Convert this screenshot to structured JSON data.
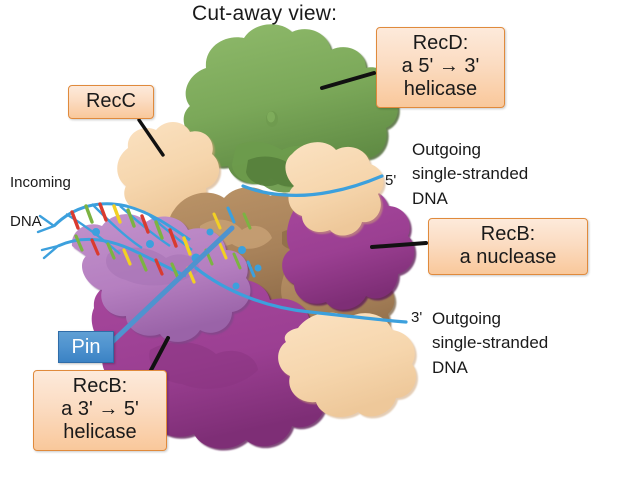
{
  "slide": {
    "title": "Cut-away view:",
    "background_color": "#ffffff"
  },
  "callouts": [
    {
      "id": "recd",
      "lines": [
        "RecD:",
        "a 5' → 3'",
        "helicase"
      ],
      "line1": "RecD:",
      "line2": "a 5' → 3'",
      "line3": "helicase",
      "fill_top": "#fdeadb",
      "fill_bottom": "#f9c89b",
      "border_color": "#e08a3c"
    },
    {
      "id": "recc",
      "line1": "RecC",
      "fill_top": "#fdeadb",
      "fill_bottom": "#f9c89b",
      "border_color": "#e08a3c"
    },
    {
      "id": "recb_nuclease",
      "line1": "RecB:",
      "line2": "a nuclease",
      "fill_top": "#fdeadb",
      "fill_bottom": "#f9c89b",
      "border_color": "#e08a3c"
    },
    {
      "id": "recb_helicase",
      "line1": "RecB:",
      "line2": "a 3' → 5'",
      "line3": "helicase",
      "fill_top": "#fdeadb",
      "fill_bottom": "#f9c89b",
      "border_color": "#e08a3c"
    }
  ],
  "pin": {
    "label": "Pin",
    "fill": "#4f93cf",
    "text_color": "#ffffff"
  },
  "annotations": {
    "incoming_line1": "Incoming",
    "incoming_line2": "DNA",
    "five_prime_tick": "5'",
    "three_prime_tick": "3'",
    "outgoing_5": {
      "line1": "Outgoing",
      "line2": "single-stranded",
      "line3": "DNA"
    },
    "outgoing_3": {
      "line1": "Outgoing",
      "line2": "single-stranded",
      "line3": "DNA"
    }
  },
  "structure": {
    "domains": [
      {
        "name": "RecD",
        "color": "#7ba859",
        "shade": "#55773a",
        "description": "green lobe, top center"
      },
      {
        "name": "RecC",
        "color": "#f6d6ad",
        "shade": "#c29a6b",
        "description": "pale peach region, left and center"
      },
      {
        "name": "RecC-core",
        "color": "#b08a5e",
        "shade": "#8a6a44",
        "description": "tan brown core"
      },
      {
        "name": "RecB-nuclease",
        "color": "#9b3f92",
        "shade": "#73296c",
        "description": "magenta purple lobe, right and lower"
      },
      {
        "name": "RecB-helicase",
        "color": "#b57fc0",
        "shade": "#8f5c9d",
        "description": "light orchid lobe, upper left of purple"
      }
    ],
    "dna": {
      "backbone_color": "#3ca0dd",
      "base_colors": [
        "#d93b30",
        "#7cb342",
        "#f2d024",
        "#3ca0dd"
      ],
      "duplex_description": "incoming double-stranded DNA at left",
      "strand_5_description": "single strand exiting upper right",
      "strand_3_description": "single strand exiting lower right"
    },
    "leader_line_color": "#111111",
    "pin_pointer_color": "#4f93cf"
  }
}
